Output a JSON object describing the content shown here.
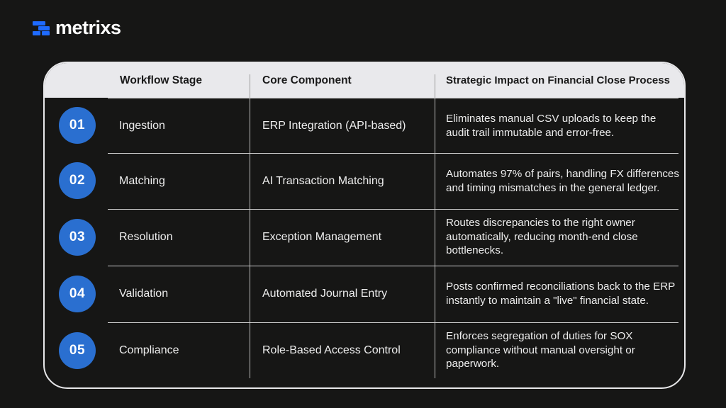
{
  "brand": {
    "name": "metrixs",
    "accent": "#1f6bff",
    "icon": "logo-bars-icon"
  },
  "table": {
    "headers": {
      "stage": "Workflow Stage",
      "component": "Core Component",
      "impact": "Strategic Impact on Financial Close Process"
    },
    "badge_color": "#2a6fd0",
    "rows": [
      {
        "number": "01",
        "stage": "Ingestion",
        "component": "ERP Integration (API-based)",
        "impact": "Eliminates manual CSV uploads to keep the audit trail immutable and error-free."
      },
      {
        "number": "02",
        "stage": "Matching",
        "component": "AI Transaction Matching",
        "impact": "Automates 97% of pairs, handling FX differences and timing mismatches in the general ledger."
      },
      {
        "number": "03",
        "stage": "Resolution",
        "component": "Exception Management",
        "impact": "Routes discrepancies to the right owner automatically, reducing month-end close bottlenecks."
      },
      {
        "number": "04",
        "stage": "Validation",
        "component": "Automated Journal Entry",
        "impact": "Posts confirmed reconciliations back to the ERP instantly to maintain a \"live\" financial state."
      },
      {
        "number": "05",
        "stage": "Compliance",
        "component": "Role-Based Access Control",
        "impact": "Enforces segregation of duties for SOX compliance without manual oversight or paperwork."
      }
    ]
  }
}
